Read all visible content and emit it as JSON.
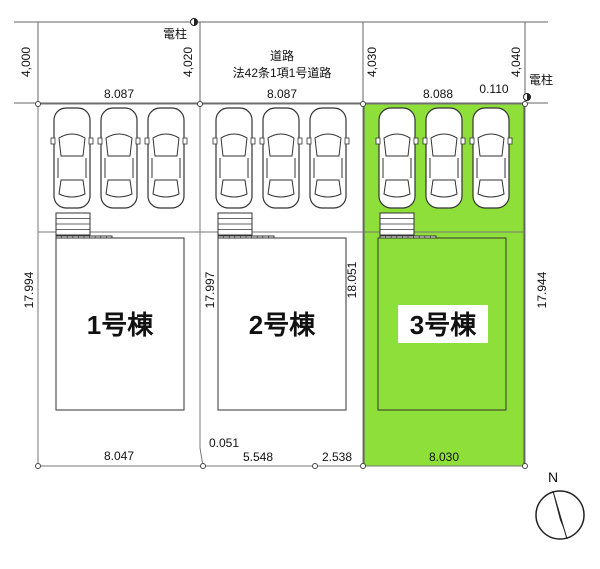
{
  "road": {
    "title": "道路",
    "subtitle": "法42条1項1号道路",
    "widths": [
      "4,000",
      "4,020",
      "4,030",
      "4,040"
    ]
  },
  "utility_pole_label": "電柱",
  "frontage_dims": [
    "8.087",
    "8.087",
    "8.088",
    "0.110"
  ],
  "depth_dims": [
    "17.994",
    "17.997",
    "18.051",
    "17.944"
  ],
  "rear_dims": [
    "8.047",
    "0.051",
    "5.548",
    "2.538",
    "8.030"
  ],
  "buildings": [
    {
      "label": "1号棟",
      "highlighted": false
    },
    {
      "label": "2号棟",
      "highlighted": false
    },
    {
      "label": "3号棟",
      "highlighted": true
    }
  ],
  "compass": {
    "label": "N"
  },
  "colors": {
    "highlight": "#8fdf3a",
    "line": "#555555"
  }
}
